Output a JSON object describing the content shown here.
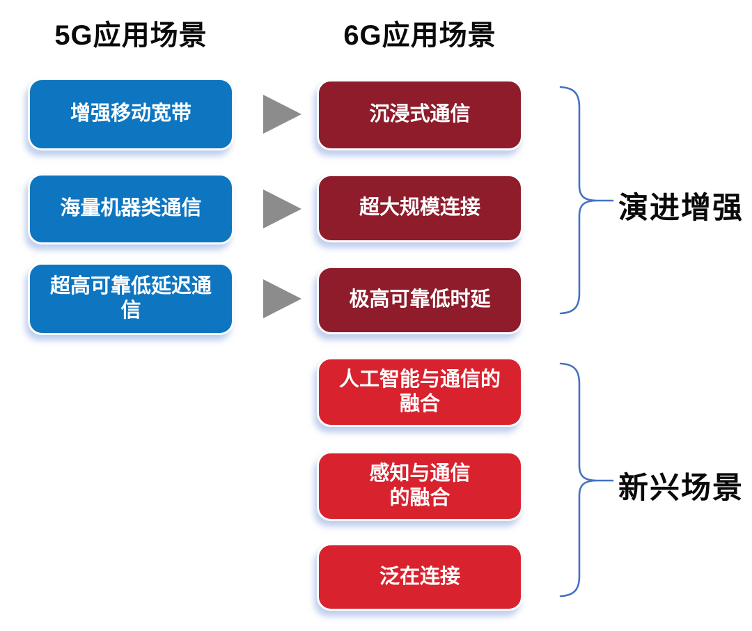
{
  "headers": {
    "left": "5G应用场景",
    "right": "6G应用场景"
  },
  "rows": [
    {
      "left": "增强移动宽带",
      "right": "沉浸式通信"
    },
    {
      "left": "海量机器类通信",
      "right": "超大规模连接"
    },
    {
      "left": "超高可靠低延迟通\n信",
      "right": "极高可靠低时延"
    }
  ],
  "emerging_boxes": [
    "人工智能与通信的\n融合",
    "感知与通信\n的融合",
    "泛在连接"
  ],
  "groups": {
    "evolved": "演进增强",
    "emerging": "新兴场景"
  },
  "icons": {
    "arrow": "right-triangle-arrow",
    "brace": "right-curly-brace"
  },
  "colors": {
    "five_g_box": "#0E76C1",
    "six_g_evolved_box": "#8E1C2B",
    "six_g_emerging_box": "#D8232F",
    "arrow": "#8C8C8C",
    "brace": "#4472C4",
    "box_text": "#FFFFFF",
    "heading_text": "#0A0A0A",
    "box_shadow": "#8CA8E0"
  }
}
